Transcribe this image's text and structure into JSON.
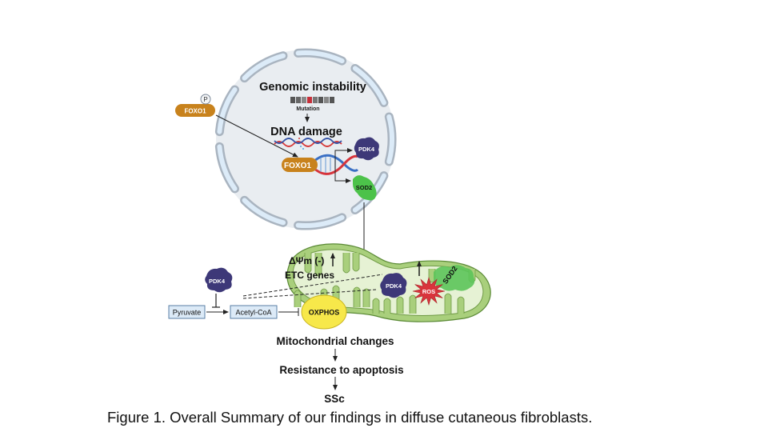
{
  "nucleus": {
    "title": "Genomic instability",
    "mutation_label": "Mutation",
    "dna_damage_label": "DNA damage",
    "foxo1_nuclear_label": "FOXO1",
    "target_genes": [
      "PDK4",
      "SOD2"
    ]
  },
  "cytoplasm": {
    "foxo1_phospho_label": "FOXO1",
    "phospho_badge": "P",
    "pdk4_label": "PDK4",
    "pyruvate_label": "Pyruvate",
    "acetyl_coa_label": "Acetyl-CoA",
    "oxphos_label": "OXPHOS"
  },
  "mitochondrion": {
    "membrane_potential_label": "ΔΨm (-)",
    "etc_genes_label": "ETC genes",
    "pdk4_label": "PDK4",
    "ros_label": "ROS",
    "sod2_label": "SOD2"
  },
  "outcomes": {
    "mito_changes": "Mitochondrial changes",
    "apoptosis_resistance": "Resistance to apoptosis",
    "disease": "SSc"
  },
  "caption": "Figure 1. Overall Summary of our findings in diffuse cutaneous fibroblasts.",
  "colors": {
    "foxo1": "#c8821c",
    "pdk4": "#3d3878",
    "sod2": "#4cc24a",
    "ros": "#d9343c",
    "oxphos": "#f7e84a",
    "mito_fill": "#a9cf7c",
    "mito_inner": "#e6f2d4",
    "nucleus_fill": "#e9edf1",
    "envelope": "#dcebf8"
  }
}
